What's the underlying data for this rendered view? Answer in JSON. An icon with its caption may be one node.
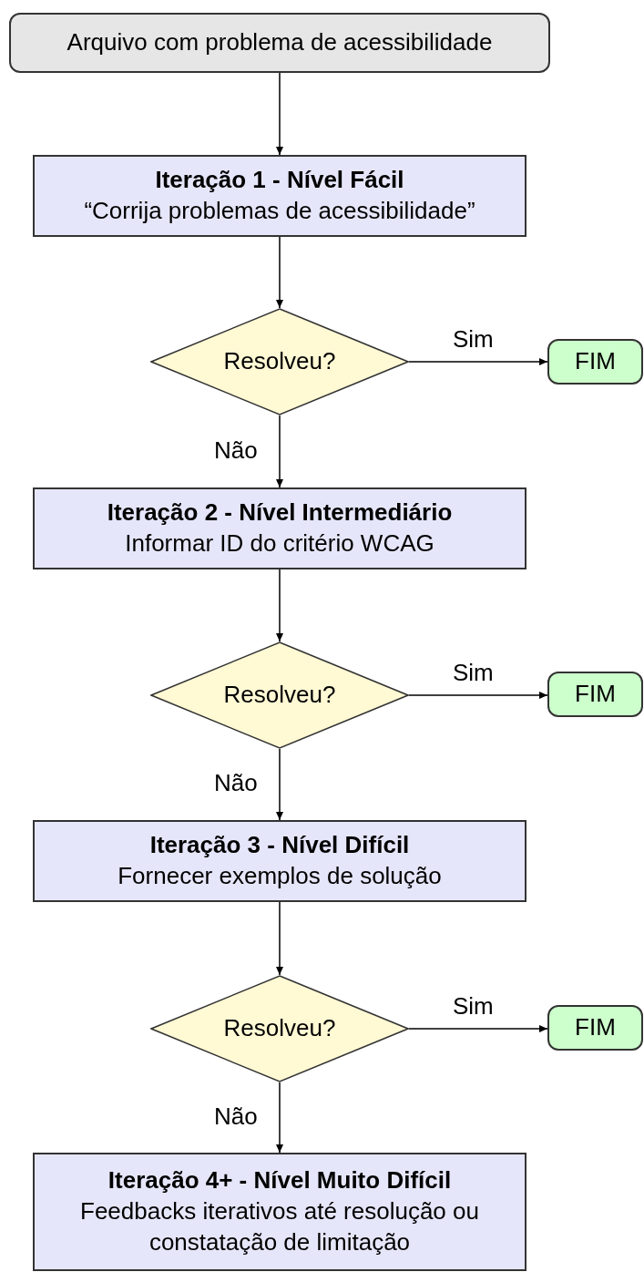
{
  "diagram": {
    "nodes": [
      {
        "text": [
          "Arquivo com problema de acessibilidade"
        ]
      },
      {
        "text": [
          "Iteração 1 - Nível Fácil",
          "“Corrija problemas de acessibilidade”"
        ]
      },
      {
        "text": [
          "Resolveu?"
        ]
      },
      {
        "text": [
          "FIM"
        ]
      },
      {
        "text": [
          "Iteração 2 - Nível Intermediário",
          "Informar ID do critério WCAG"
        ]
      },
      {
        "text": [
          "Resolveu?"
        ]
      },
      {
        "text": [
          "FIM"
        ]
      },
      {
        "text": [
          "Iteração 3 - Nível Difícil",
          "Fornecer exemplos de solução"
        ]
      },
      {
        "text": [
          "Resolveu?"
        ]
      },
      {
        "text": [
          "FIM"
        ]
      },
      {
        "text": [
          "Iteração 4+ - Nível Muito Difícil",
          "Feedbacks iterativos até resolução ou constatação de limitação"
        ]
      }
    ],
    "edges": [
      {
        "from": 0,
        "to": 1,
        "arrow": "to"
      },
      {
        "from": 1,
        "to": 2,
        "arrow": "to"
      },
      {
        "from": 2,
        "to": 3,
        "arrow": "to",
        "label": "Sim"
      },
      {
        "from": 2,
        "to": 4,
        "arrow": "to",
        "label": "Não"
      },
      {
        "from": 4,
        "to": 5,
        "arrow": "to"
      },
      {
        "from": 5,
        "to": 6,
        "arrow": "to",
        "label": "Sim"
      },
      {
        "from": 5,
        "to": 7,
        "arrow": "to",
        "label": "Não"
      },
      {
        "from": 7,
        "to": 8,
        "arrow": "to"
      },
      {
        "from": 8,
        "to": 9,
        "arrow": "to",
        "label": "Sim"
      },
      {
        "from": 8,
        "to": 10,
        "arrow": "to",
        "label": "Não"
      }
    ]
  }
}
